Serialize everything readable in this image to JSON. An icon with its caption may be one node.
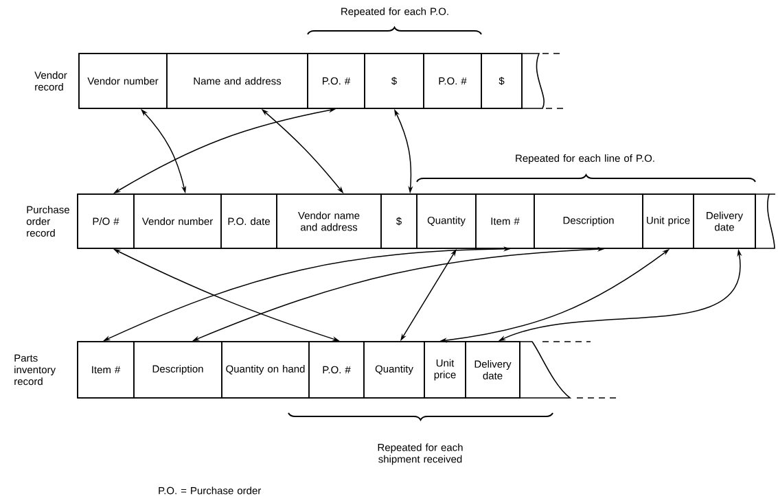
{
  "diagram": {
    "nodes": [
      {
        "text": [
          "Vendor record"
        ]
      },
      {
        "text": [
          "Vendor number"
        ],
        "in": 0
      },
      {
        "text": [
          "Name and address"
        ],
        "in": 0
      },
      {
        "text": [
          "P.O. #"
        ],
        "in": 0
      },
      {
        "text": [
          "$"
        ],
        "in": 0
      },
      {
        "text": [
          "P.O. #"
        ],
        "in": 0
      },
      {
        "text": [
          "$"
        ],
        "in": 0
      },
      {
        "text": [
          "Purchase order record"
        ]
      },
      {
        "text": [
          "P/O #"
        ],
        "in": 7
      },
      {
        "text": [
          "Vendor number"
        ],
        "in": 7
      },
      {
        "text": [
          "P.O. date"
        ],
        "in": 7
      },
      {
        "text": [
          "Vendor name and address"
        ],
        "in": 7
      },
      {
        "text": [
          "$"
        ],
        "in": 7
      },
      {
        "text": [
          "Quantity"
        ],
        "in": 7
      },
      {
        "text": [
          "Item #"
        ],
        "in": 7
      },
      {
        "text": [
          "Description"
        ],
        "in": 7
      },
      {
        "text": [
          "Unit price"
        ],
        "in": 7
      },
      {
        "text": [
          "Delivery date"
        ],
        "in": 7
      },
      {
        "text": [
          "Parts inventory record"
        ]
      },
      {
        "text": [
          "Item #"
        ],
        "in": 18
      },
      {
        "text": [
          "Description"
        ],
        "in": 18
      },
      {
        "text": [
          "Quantity on hand"
        ],
        "in": 18
      },
      {
        "text": [
          "P.O. #"
        ],
        "in": 18
      },
      {
        "text": [
          "Quantity"
        ],
        "in": 18
      },
      {
        "text": [
          "Unit price"
        ],
        "in": 18
      },
      {
        "text": [
          "Delivery date"
        ],
        "in": 18
      }
    ],
    "edges": [
      {
        "from": 1,
        "to": 9,
        "arrow": "both"
      },
      {
        "from": 2,
        "to": 11,
        "arrow": "both"
      },
      {
        "from": 3,
        "to": 8,
        "arrow": "both"
      },
      {
        "from": 4,
        "to": 12,
        "arrow": "both"
      },
      {
        "from": 8,
        "to": 22,
        "arrow": "both"
      },
      {
        "from": 13,
        "to": 23,
        "arrow": "both"
      },
      {
        "from": 14,
        "to": 19,
        "arrow": "both"
      },
      {
        "from": 15,
        "to": 20,
        "arrow": "both"
      },
      {
        "from": 16,
        "to": 24,
        "arrow": "both"
      },
      {
        "from": 17,
        "to": 25,
        "arrow": "both"
      }
    ],
    "labels": [
      "Repeated for each P.O.",
      "Repeated for each line of P.O.",
      "Repeated for each shipment received",
      "P.O. = Purchase order"
    ]
  }
}
